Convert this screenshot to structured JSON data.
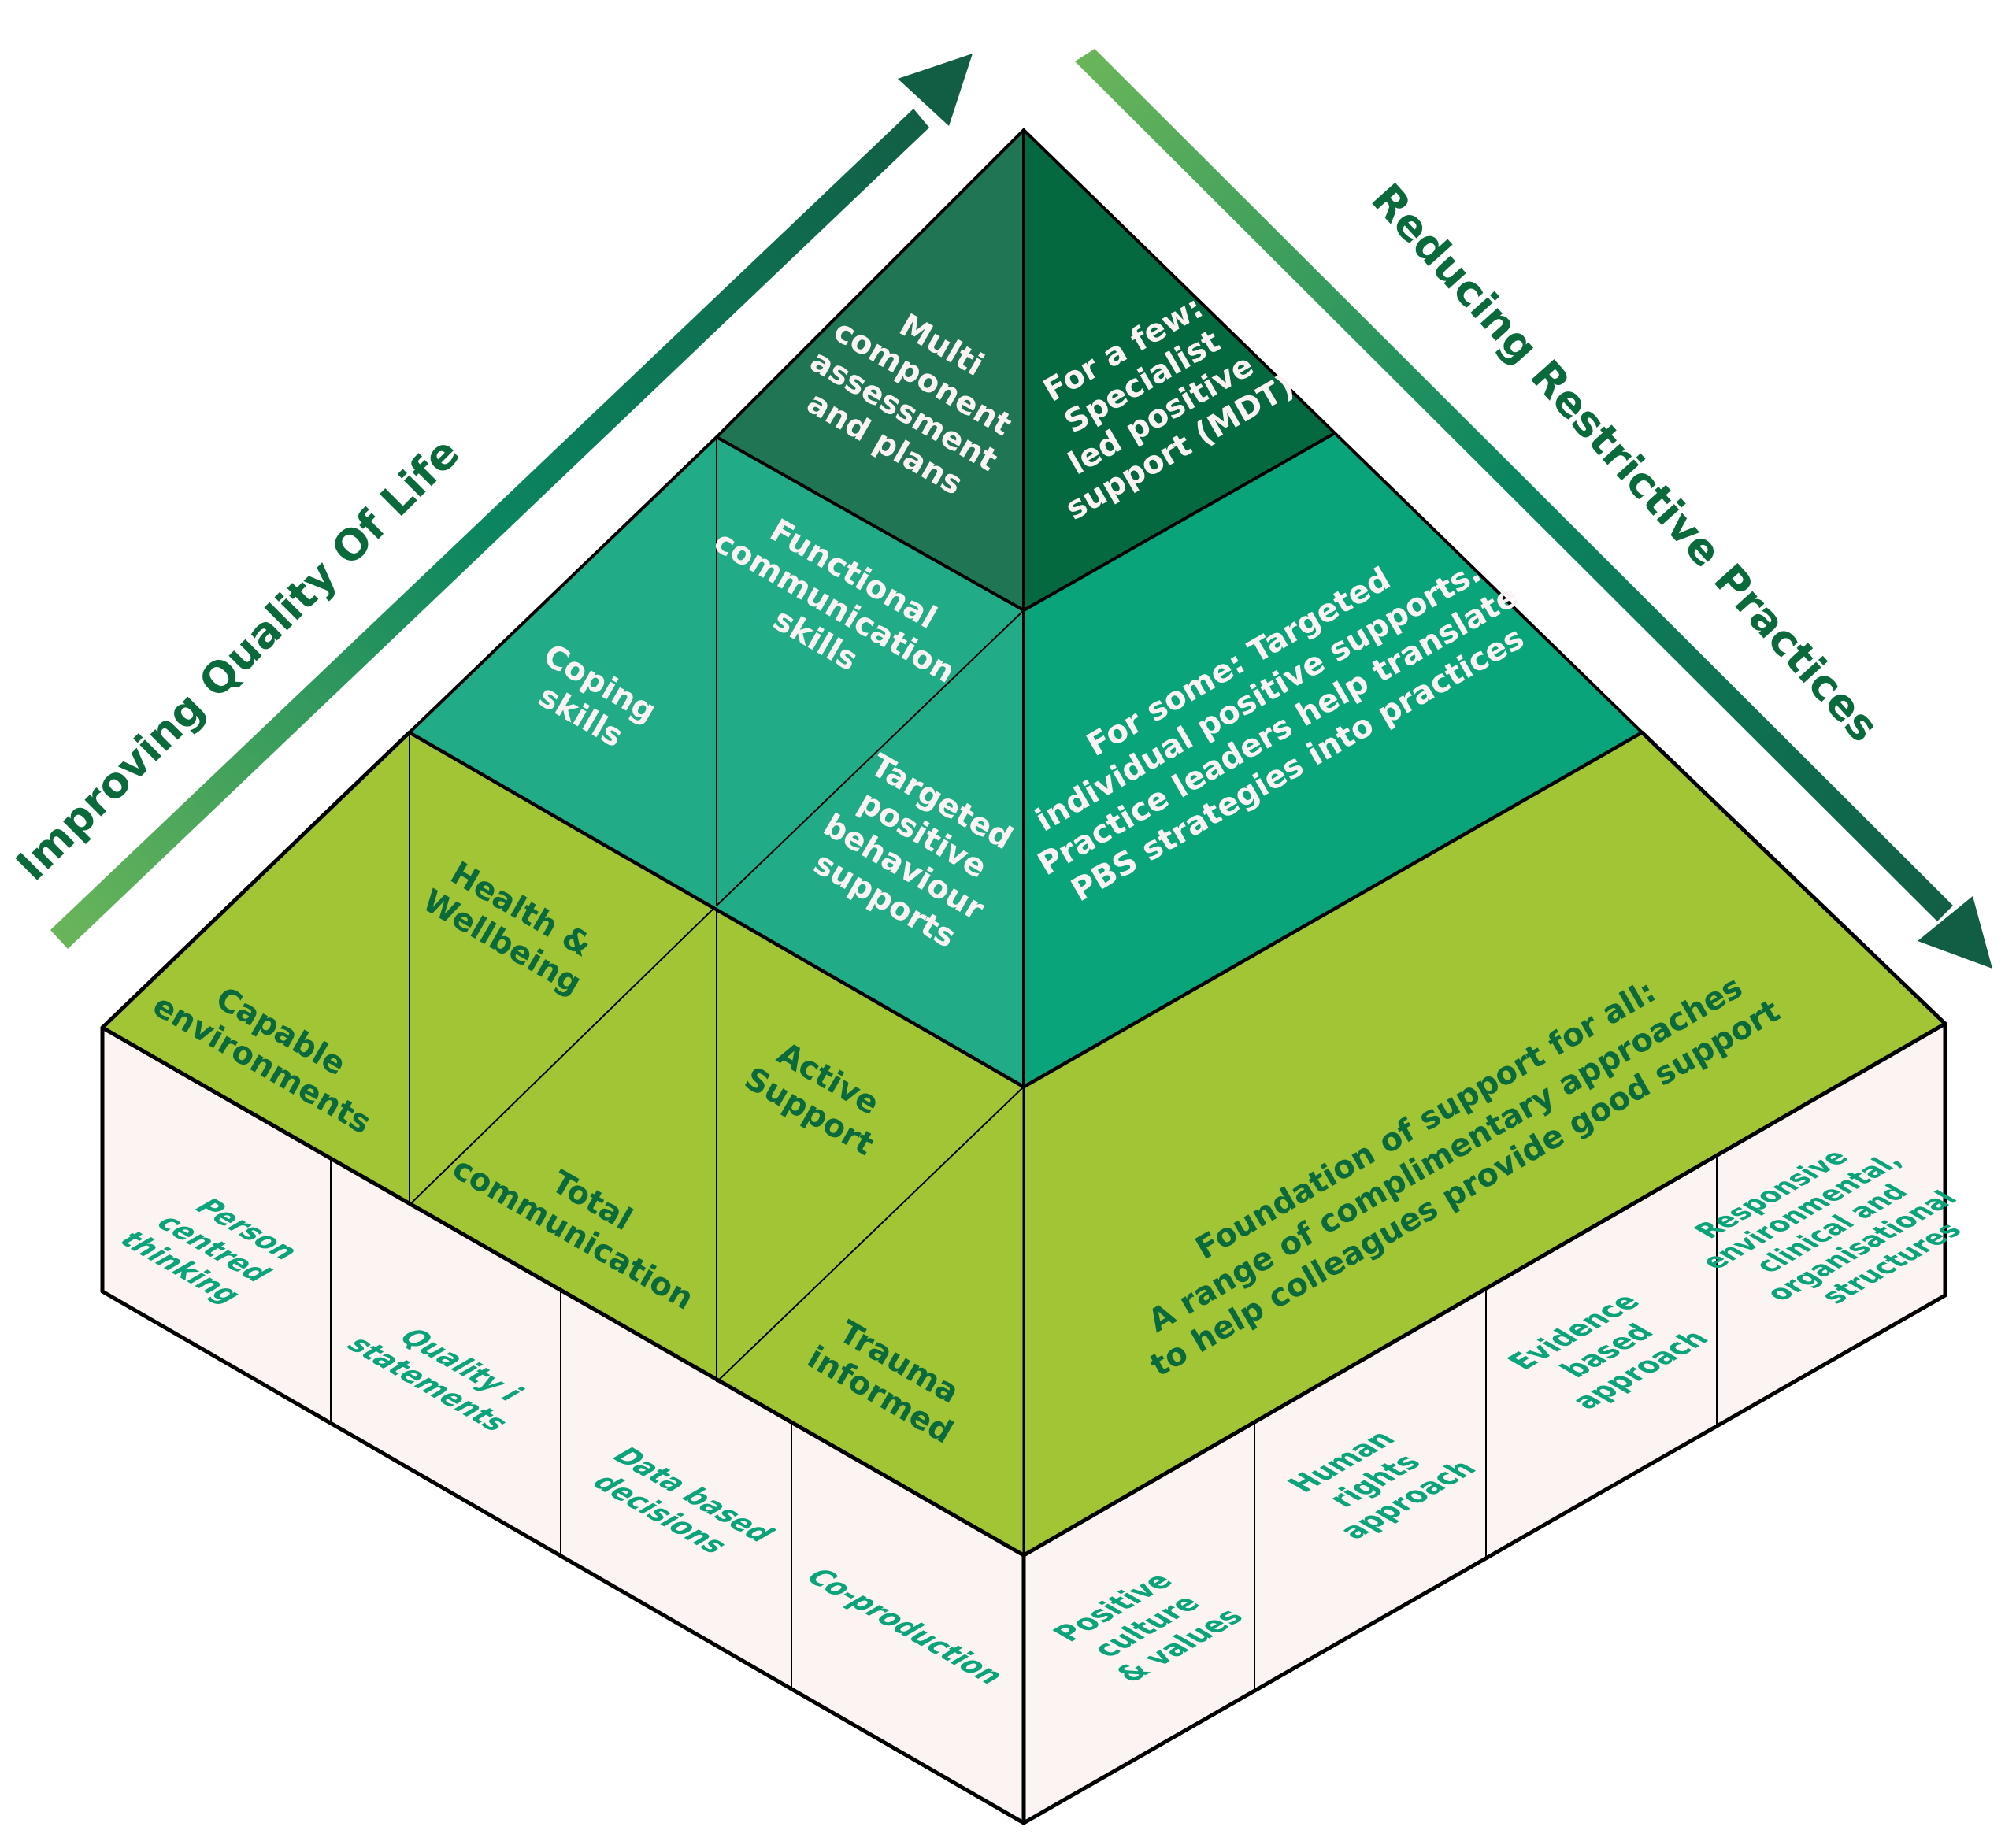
{
  "colors": {
    "top_left": "#207654",
    "top_right": "#05693f",
    "mid_left": "#21ac87",
    "mid_right": "#09a47a",
    "base_top": "#a2c535",
    "box_side": "#fcf3f3",
    "arrow_dark": "#125e45",
    "arrow_light": "#6cb65a",
    "text_white": "#fbf3f3",
    "text_dark": "#0b6a3c",
    "text_teal": "#0aa37a"
  },
  "arrows": {
    "left": {
      "label": "Improving Quality Of Life",
      "direction": "up-right"
    },
    "right": {
      "label": "Reducing Restrictive Practices",
      "direction": "down-right"
    }
  },
  "pyramid": {
    "top_tier": {
      "left_face": {
        "lines": [
          "Multi",
          "component",
          "assessment",
          "and plans"
        ]
      },
      "right_face": {
        "lines": [
          "For a few:",
          "Specialist",
          "led positive",
          "support (MDT)"
        ]
      }
    },
    "middle_tier": {
      "left_cells": [
        {
          "lines": [
            "Coping",
            "skills"
          ]
        },
        {
          "lines": [
            "Functional",
            "communication",
            "skills"
          ]
        },
        {
          "lines": [
            "Targeted",
            "positive",
            "behaviour",
            "supports"
          ]
        }
      ],
      "right_face": {
        "lines": [
          "For some: Targeted",
          "individual positive supports.",
          "Practice leaders help translate",
          "PBS strategies into practices"
        ]
      }
    },
    "base_top": {
      "left_cells": [
        {
          "lines": [
            "Capable",
            "environments"
          ]
        },
        {
          "lines": [
            "Health &",
            "Wellbeing"
          ]
        },
        {
          "lines": [
            "Total",
            "communication"
          ]
        },
        {
          "lines": [
            "Active",
            "Support"
          ]
        },
        {
          "lines": [
            "Trauma",
            "informed"
          ]
        }
      ],
      "right_face": {
        "lines": [
          "Foundation of support for all:",
          "A range of complimentary approaches",
          "to help colleagues provide good support"
        ]
      }
    },
    "box_left_side": [
      {
        "lines": [
          "Person",
          "centred",
          "thinking"
        ]
      },
      {
        "lines": [
          "Quality i",
          "statements"
        ]
      },
      {
        "lines": [
          "Data based",
          "decisions"
        ]
      },
      {
        "lines": [
          "Co-production"
        ]
      }
    ],
    "box_right_side": [
      {
        "lines": [
          "Positive",
          "culture",
          "& values"
        ]
      },
      {
        "lines": [
          "Human",
          "rights",
          "approach"
        ]
      },
      {
        "lines": [
          "Evidence",
          "based",
          "approach"
        ]
      },
      {
        "lines": [
          "Responsive",
          "environmental,",
          "clinical and",
          "organisational",
          "structures"
        ]
      }
    ]
  }
}
